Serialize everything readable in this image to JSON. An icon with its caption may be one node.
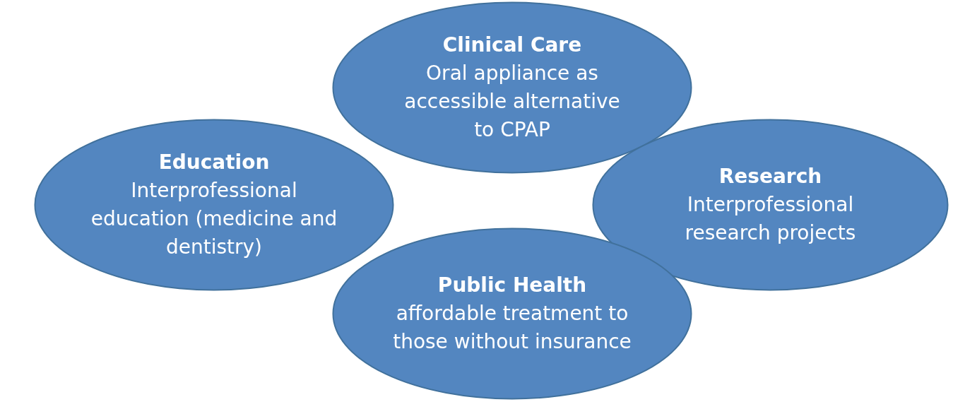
{
  "diagram": {
    "nodes": [
      {
        "text": [
          "Clinical Care",
          "Oral appliance as accessible alternative to CPAP"
        ]
      },
      {
        "text": [
          "Education",
          "Interprofessional education (medicine and dentistry)"
        ]
      },
      {
        "text": [
          "Research",
          "Interprofessional research projects"
        ]
      },
      {
        "text": [
          "Public Health",
          "affordable treatment to those without insurance"
        ]
      }
    ]
  }
}
